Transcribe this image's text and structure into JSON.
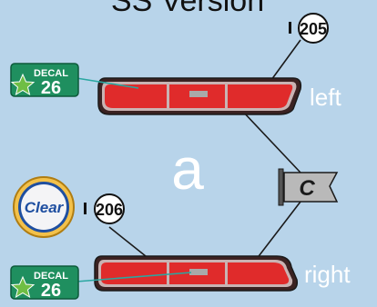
{
  "title": "SS Version",
  "step_letter": "a",
  "parts": {
    "top": {
      "number": "205",
      "side_label": "left"
    },
    "bottom": {
      "number": "206",
      "side_label": "right"
    }
  },
  "decal": {
    "word": "DECAL",
    "number": "26"
  },
  "clear_badge": "Clear",
  "flag_letter": "C",
  "colors": {
    "background": "#b8d4ea",
    "light_red": "#e02b2b",
    "light_housing": "#3b2222",
    "decal_green": "#1f8f5f",
    "decal_star": "#6fbe44",
    "leader_teal": "#2aa7a1"
  }
}
